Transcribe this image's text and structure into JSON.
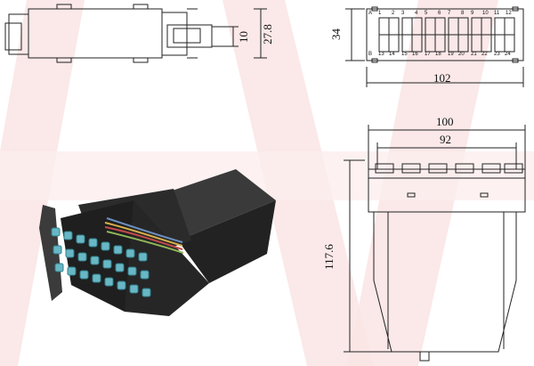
{
  "dimensions": {
    "side_height_a": "10",
    "side_height_b": "27.8",
    "front_height": "34",
    "front_width": "102",
    "outer_width": "100",
    "inner_width": "92",
    "body_height": "117.6"
  },
  "front_panel": {
    "row_a_label": "A",
    "row_b_label": "B",
    "top_numbers": [
      "1",
      "2",
      "3",
      "4",
      "5",
      "6",
      "7",
      "8",
      "9",
      "10",
      "11",
      "12"
    ],
    "bottom_numbers": [
      "13",
      "14",
      "15",
      "16",
      "17",
      "18",
      "19",
      "20",
      "21",
      "22",
      "23",
      "24"
    ]
  },
  "colors": {
    "aqua_connector": "#69b7c4",
    "cassette_body": "#2a2a2a",
    "watermark": "#f4c9c9"
  }
}
